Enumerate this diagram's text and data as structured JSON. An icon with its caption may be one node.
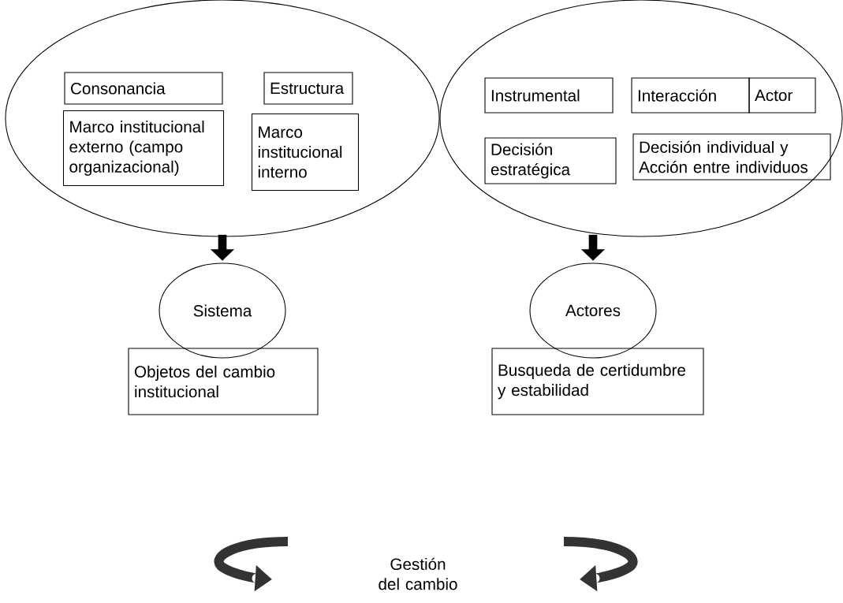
{
  "diagram": {
    "nodes": [
      {
        "text": [],
        "shape": "ellipse"
      },
      {
        "text": [
          "Consonancia"
        ],
        "in": 0
      },
      {
        "text": [
          "Marco institucional externo (campo organizacional)"
        ],
        "in": 0
      },
      {
        "text": [
          "Estructura"
        ],
        "in": 0
      },
      {
        "text": [
          "Marco institucional interno"
        ],
        "in": 0
      },
      {
        "text": [],
        "shape": "ellipse"
      },
      {
        "text": [
          "Instrumental"
        ],
        "in": 5
      },
      {
        "text": [
          "Interacción"
        ],
        "in": 5
      },
      {
        "text": [
          "Actor"
        ],
        "in": 5
      },
      {
        "text": [
          "Decisión estratégica"
        ],
        "in": 5
      },
      {
        "text": [
          "Decisión individual y Acción entre individuos"
        ],
        "in": 5
      },
      {
        "text": [
          "Sistema"
        ]
      },
      {
        "text": [
          "Objetos del cambio institucional"
        ]
      },
      {
        "text": [
          "Actores"
        ]
      },
      {
        "text": [
          "Busqueda de certidumbre y estabilidad"
        ]
      }
    ],
    "edges": [
      {
        "from": 0,
        "to": 11,
        "arrow": "to"
      },
      {
        "from": 5,
        "to": 13,
        "arrow": "to"
      }
    ],
    "labels": [
      "Gestión del cambio"
    ]
  }
}
